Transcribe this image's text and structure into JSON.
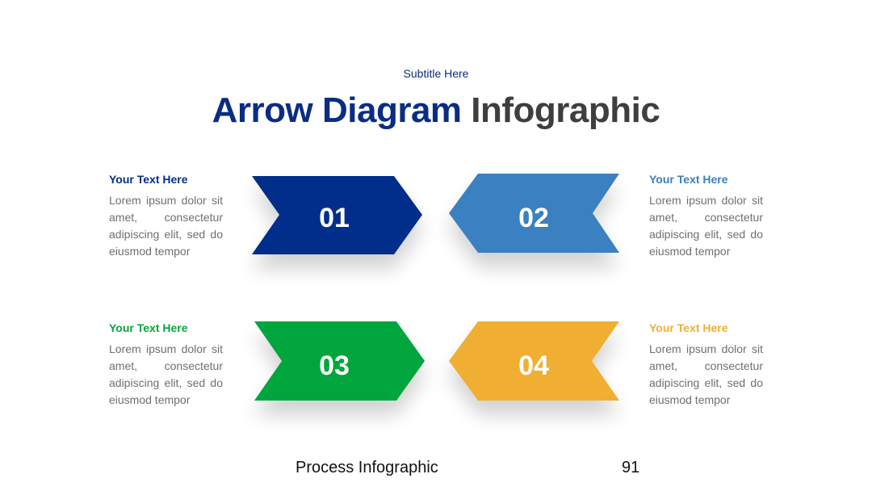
{
  "header": {
    "subtitle": "Subtitle Here",
    "title_part1": "Arrow Diagram",
    "title_part2": "Infographic"
  },
  "colors": {
    "blue_dark": "#032f8a",
    "blue_light": "#3a80c0",
    "green": "#05a63c",
    "yellow": "#f0ae32",
    "title_dark": "#0a2d84",
    "title_gray": "#3e3e3e",
    "body_gray": "#6f6f6f"
  },
  "steps": [
    {
      "number": "01",
      "heading": "Your Text Here",
      "text": "Lorem ipsum dolor sit amet, consectetur adipiscing elit, sed do eiusmod tempor",
      "color": "#032f8a"
    },
    {
      "number": "02",
      "heading": "Your Text Here",
      "text": "Lorem ipsum dolor sit amet, consectetur adipiscing elit, sed do eiusmod tempor",
      "color": "#3a80c0"
    },
    {
      "number": "03",
      "heading": "Your Text Here",
      "text": "Lorem ipsum dolor sit amet, consectetur adipiscing elit, sed do eiusmod tempor",
      "color": "#05a63c"
    },
    {
      "number": "04",
      "heading": "Your Text Here",
      "text": "Lorem ipsum dolor sit amet, consectetur adipiscing elit, sed do eiusmod tempor",
      "color": "#f0ae32"
    }
  ],
  "footer": {
    "label": "Process Infographic",
    "page_number": "91"
  }
}
